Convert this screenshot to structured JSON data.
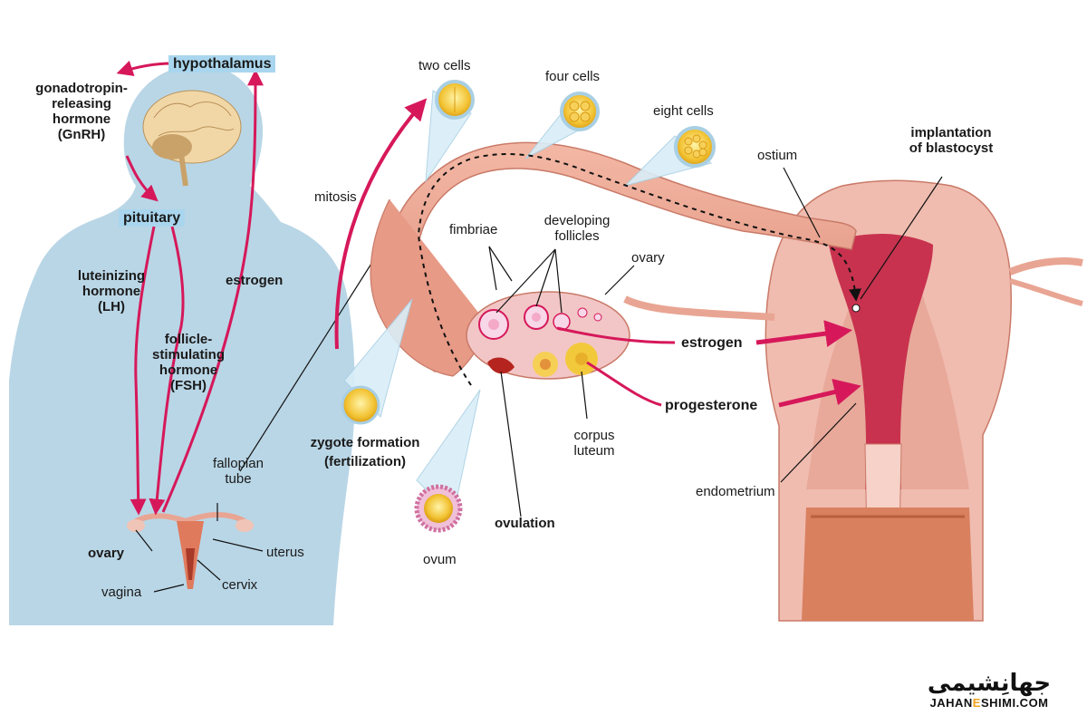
{
  "labels": {
    "hypothalamus": "hypothalamus",
    "gnrh": [
      "gonadotropin-",
      "releasing",
      "hormone",
      "(GnRH)"
    ],
    "pituitary": "pituitary",
    "lh": [
      "luteinizing",
      "hormone",
      "(LH)"
    ],
    "fsh": [
      "follicle-",
      "stimulating",
      "hormone",
      "(FSH)"
    ],
    "estrogen_left": "estrogen",
    "fallopian_tube": [
      "fallopian",
      "tube"
    ],
    "ovary_left": "ovary",
    "uterus": "uterus",
    "vagina": "vagina",
    "cervix": "cervix",
    "two_cells": "two cells",
    "four_cells": "four cells",
    "eight_cells": "eight cells",
    "mitosis": "mitosis",
    "fimbriae": "fimbriae",
    "developing_follicles": [
      "developing",
      "follicles"
    ],
    "ovary_right": "ovary",
    "ostium": "ostium",
    "implantation": [
      "implantation",
      "of blastocyst"
    ],
    "estrogen_right": "estrogen",
    "progesterone": "progesterone",
    "corpus_luteum": [
      "corpus",
      "luteum"
    ],
    "zygote_formation": [
      "zygote formation",
      "(fertilization)"
    ],
    "ovulation": "ovulation",
    "ovum": "ovum",
    "endometrium": "endometrium"
  },
  "logo": {
    "arabic_pre": "جهان",
    "arabic_post": "شیمی",
    "latin_pre": "JAHAN",
    "latin_mid": "E",
    "latin_post": "SHIMI.COM"
  },
  "colors": {
    "arrow": "#d6185a",
    "silhouette": "#b9d6e6",
    "label_box": "#a9d6ee",
    "tissue": "#eaa08f",
    "uterus_wall": "#f0bcb0",
    "uterus_cavity": "#c8324e",
    "brand_accent": "#f0a11e"
  }
}
